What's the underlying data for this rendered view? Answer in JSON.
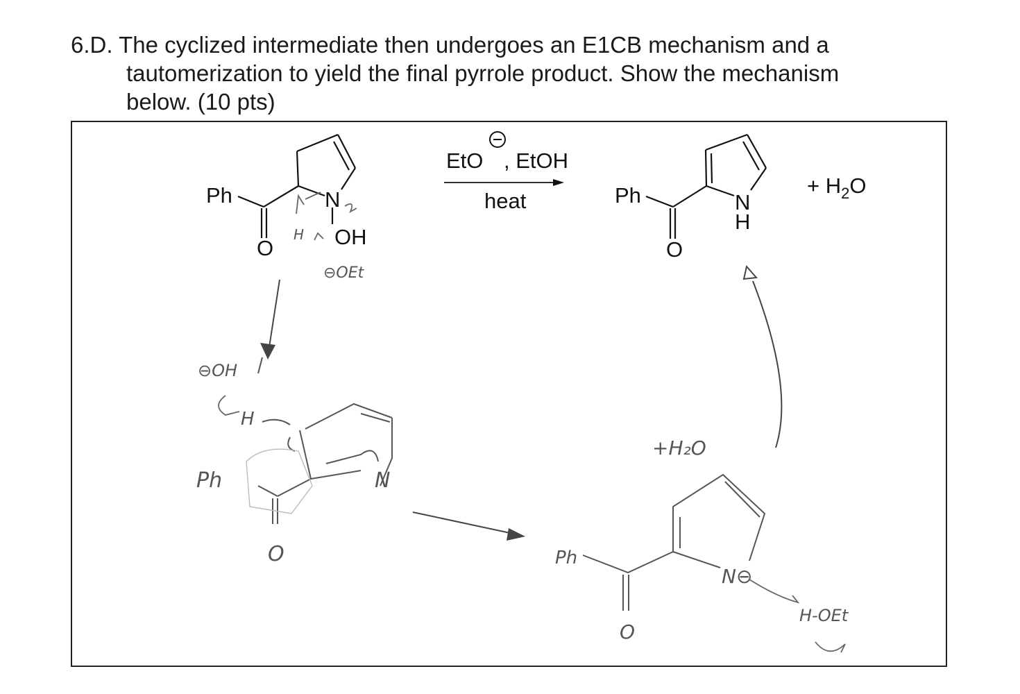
{
  "question": {
    "line1": "6.D. The cyclized intermediate then undergoes an E1CB mechanism and a",
    "line2": "tautomerization to yield the final pyrrole product. Show the mechanism",
    "line3": "below. (10 pts)"
  },
  "scheme": {
    "reagent_top": "EtO",
    "reagent_sep": ", EtOH",
    "condition": "heat",
    "byproduct_plus": "+ H",
    "byproduct_sub": "2",
    "byproduct_end": "O",
    "start": {
      "ph": "Ph",
      "o": "O",
      "n": "N",
      "oh": "OH"
    },
    "product": {
      "ph": "Ph",
      "o": "O",
      "n": "N",
      "h": "H"
    }
  },
  "handwriting": {
    "h_label": "H",
    "ethoxide": "⊖OEt",
    "hydroxide": "⊖OH",
    "h_inter": "H",
    "ph_inter": "Ph",
    "o_inter": "O",
    "n_inter": "N",
    "plus_water": "+H₂O",
    "ph_anion": "Ph",
    "o_anion": "O",
    "n_anion": "N⊖",
    "hoet": "H-OEt"
  }
}
